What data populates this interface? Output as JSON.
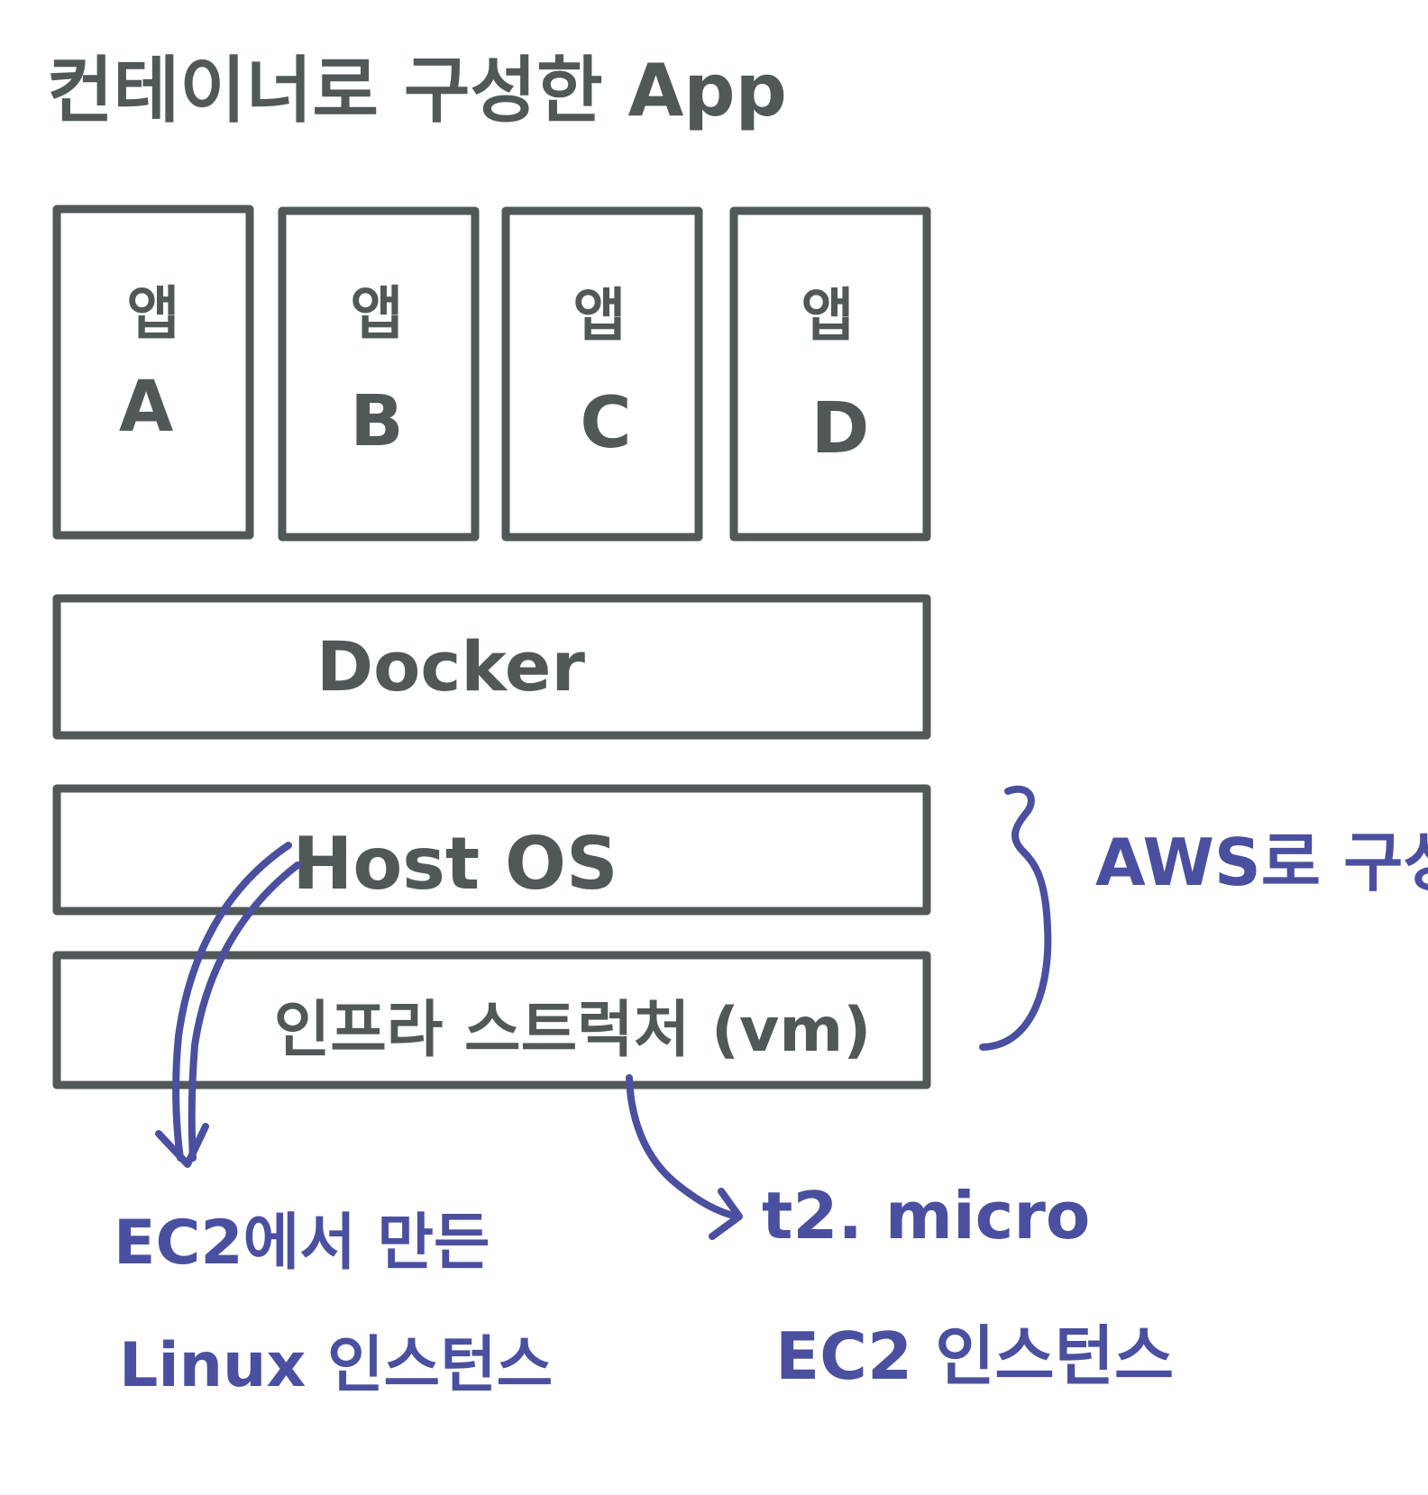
{
  "title": "컨테이너로 구성한 App",
  "apps": [
    {
      "label": "앱",
      "letter": "A"
    },
    {
      "label": "앱",
      "letter": "B"
    },
    {
      "label": "앱",
      "letter": "C"
    },
    {
      "label": "앱",
      "letter": "D"
    }
  ],
  "layers": {
    "docker": "Docker",
    "host_os": "Host OS",
    "infrastructure": "인프라 스트럭처 (vm)"
  },
  "annotations": {
    "aws": "AWS로 구성",
    "ec2_linux_line1": "EC2에서 만든",
    "ec2_linux_line2": "Linux 인스턴스",
    "t2_line1": "t2. micro",
    "t2_line2": "EC2 인스턴스"
  },
  "colors": {
    "dark_ink": "#515858",
    "blue_ink": "#4a4fa0"
  }
}
